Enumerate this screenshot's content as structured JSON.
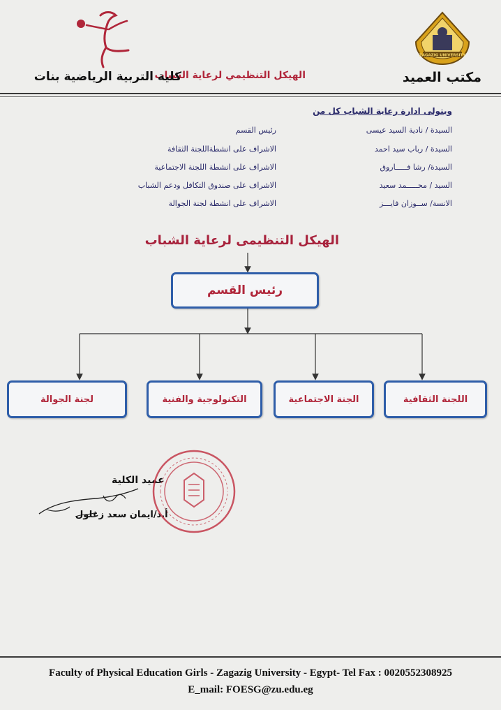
{
  "header": {
    "title_red": "الهيكل التنظيمي لرعاية الشباب",
    "title_black": "كلية التربية الرياضية بنات",
    "office": "مكتب العميد",
    "logo_text": "ZAGAZIG UNIVERSITY"
  },
  "intro": "ويتولى ادارة رعاية الشباب كل من",
  "members": [
    {
      "name": "السيدة / نادية السيد عيسى",
      "role": "رئيس القسم"
    },
    {
      "name": "السيدة / رباب سيد احمد",
      "role": "الاشراف على انشطةاللجنة الثقافة"
    },
    {
      "name": "السيدة/ رشا فـــــاروق",
      "role": "الاشراف على انشطة اللجنة الاجتماعية"
    },
    {
      "name": "السيد / محـــــمد سعيد",
      "role": "الاشراف على صندوق التكافل ودعم الشباب"
    },
    {
      "name": "الانسة/ ســوزان فايـــز",
      "role": "الاشراف على انشطة لجنة الجوالة"
    }
  ],
  "chart": {
    "title": "الهيكل التنظيمى لرعاية الشباب",
    "head": "رئيس القسم",
    "children": [
      "اللجنة الثقافية",
      "الجنة الاجتماعية",
      "التكنولوجية والفنية",
      "لجنة الجوالة"
    ]
  },
  "signature": {
    "title": "عميد الكلية",
    "name": "أ.د/ايمان سعد زغلول"
  },
  "footer": {
    "line1": "Faculty of Physical Education Girls - Zagazig University - Egypt- Tel Fax : 0020552308925",
    "line2": "E_mail: FOESG@zu.edu.eg"
  }
}
